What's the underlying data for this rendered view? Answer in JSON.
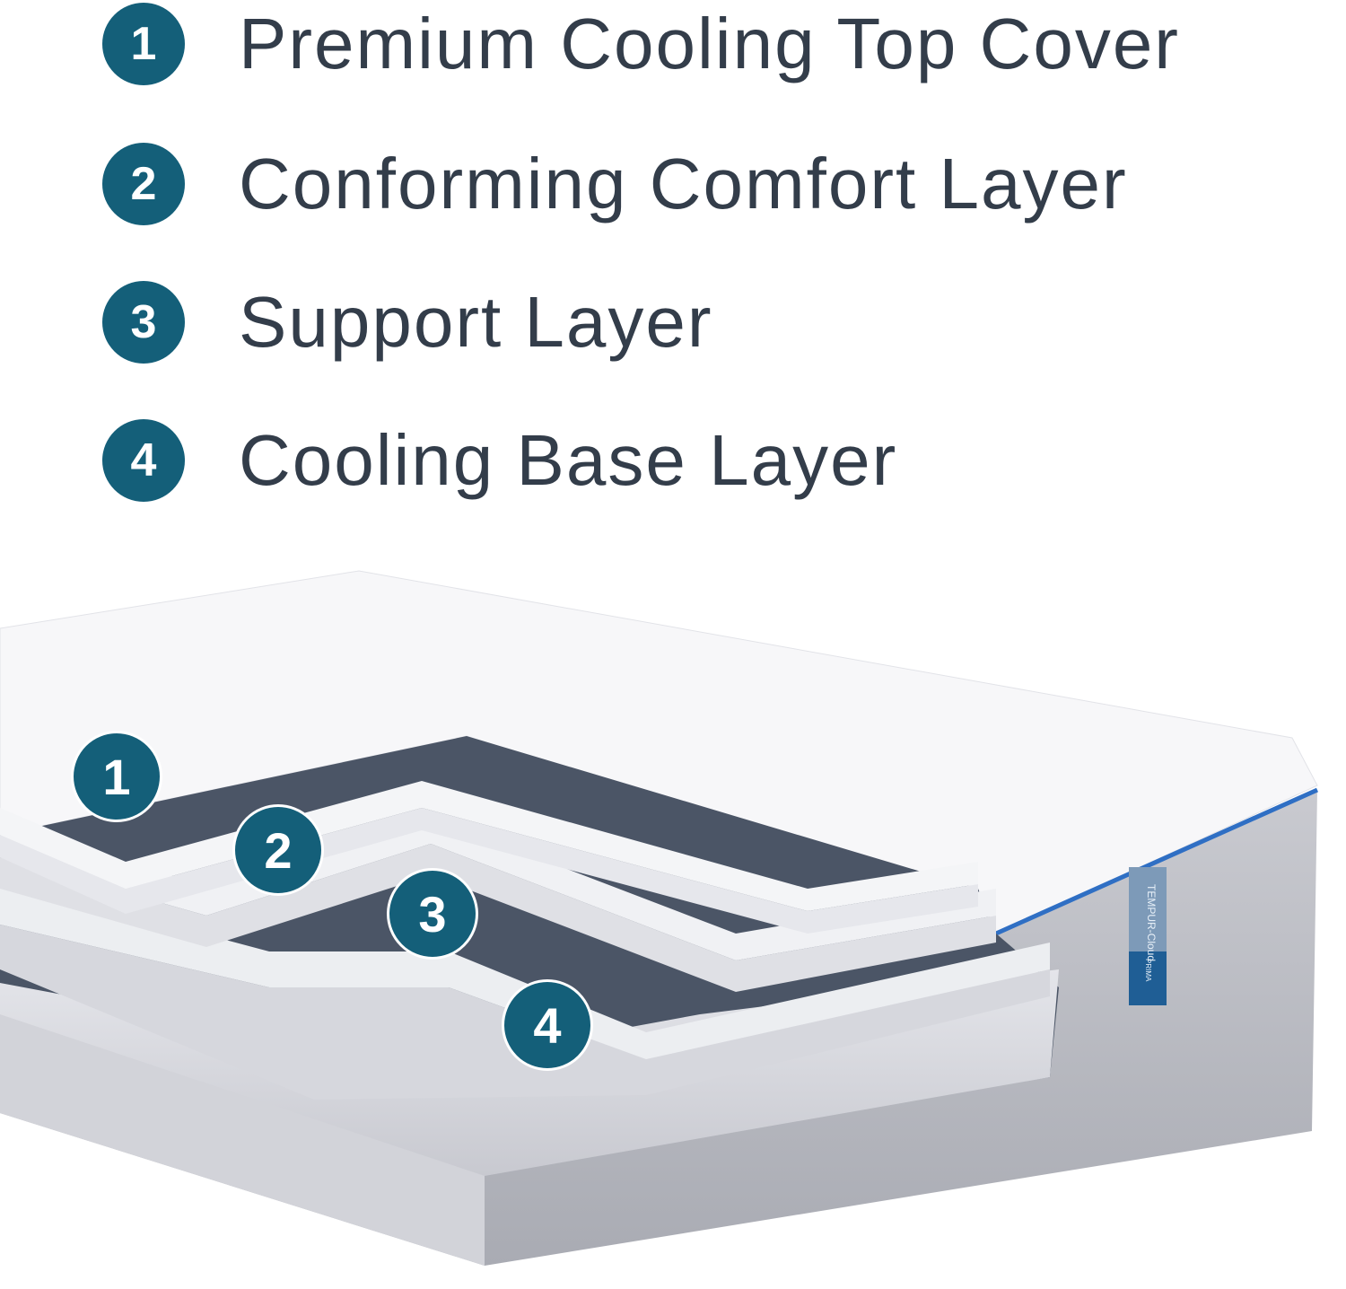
{
  "legend": [
    {
      "number": "1",
      "label": "Premium Cooling Top Cover"
    },
    {
      "number": "2",
      "label": "Conforming Comfort Layer"
    },
    {
      "number": "3",
      "label": "Support Layer"
    },
    {
      "number": "4",
      "label": "Cooling Base Layer"
    }
  ],
  "markers": [
    "1",
    "2",
    "3",
    "4"
  ],
  "tag": {
    "brand": "TEMPUR-Cloud",
    "model": "PRIMA"
  },
  "colors": {
    "accent": "#145f79",
    "text": "#333d4a",
    "trim": "#2f6fc4"
  }
}
